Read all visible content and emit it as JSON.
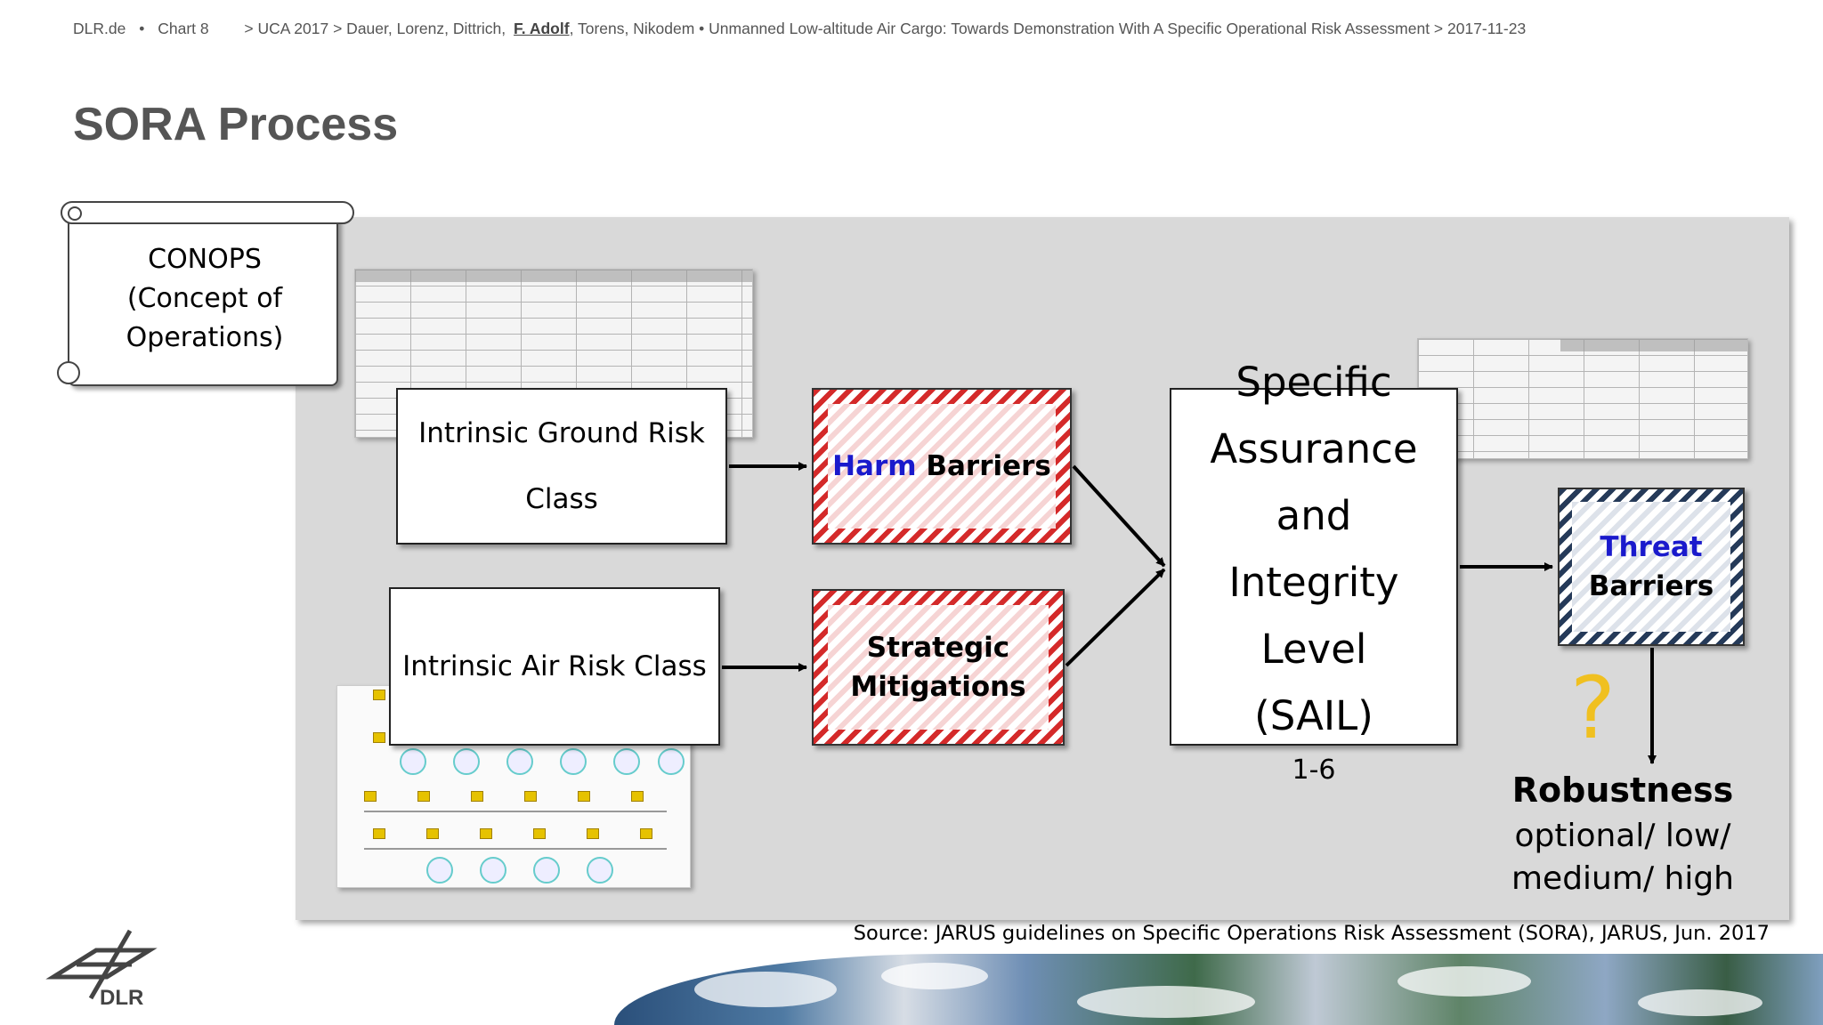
{
  "header": {
    "site": "DLR.de",
    "sep": "•",
    "chart": "Chart 8",
    "prefix": "> UCA 2017 > Dauer, Lorenz, Dittrich,",
    "highlight_author": "F. Adolf",
    "suffix": ", Torens, Nikodem  • Unmanned Low-altitude Air Cargo: Towards Demonstration With  A Specific Operational Risk Assessment > 2017-11-23"
  },
  "page_title": "SORA Process",
  "diagram": {
    "conops": [
      "CONOPS",
      "(Concept of",
      "Operations)"
    ],
    "ground_risk": [
      "Intrinsic Ground Risk",
      "Class"
    ],
    "air_risk": "Intrinsic Air Risk Class",
    "harm_barriers": {
      "highlight": "Harm",
      "rest": " Barriers"
    },
    "strategic_mitigations": [
      "Strategic",
      "Mitigations"
    ],
    "sail": [
      "Specific",
      "Assurance and",
      "Integrity Level",
      "(SAIL)"
    ],
    "sail_range": "1-6",
    "threat_barriers": {
      "highlight": "Threat",
      "rest": "Barriers"
    },
    "question_mark": "?",
    "robustness_title": "Robustness",
    "robustness_levels": [
      "optional/ low/",
      "medium/ high"
    ]
  },
  "source": "Source: JARUS guidelines on Specific Operations Risk Assessment (SORA), JARUS, Jun. 2017",
  "logo_text": "DLR",
  "colors": {
    "accent_blue": "#1a1acc",
    "hatch_red": "#d42a2a",
    "hatch_navy": "#253a59",
    "question": "#f0c020",
    "title_gray": "#555555",
    "panel_gray": "#d9d9d9"
  }
}
